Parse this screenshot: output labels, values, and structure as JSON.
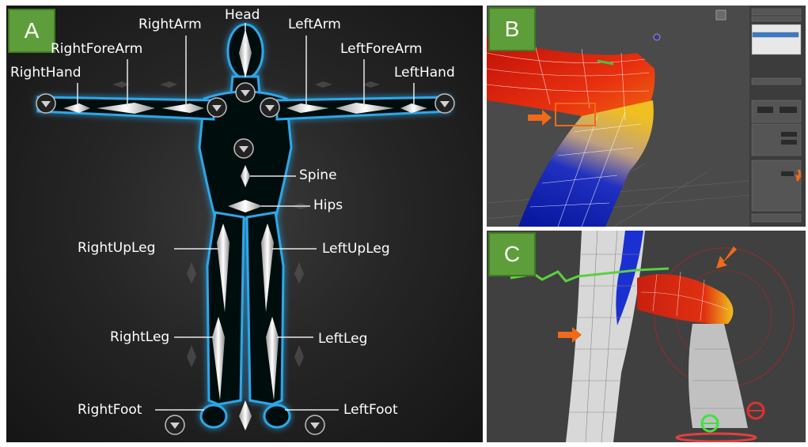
{
  "panels": {
    "a": {
      "tag": "A"
    },
    "b": {
      "tag": "B"
    },
    "c": {
      "tag": "C"
    }
  },
  "skeleton": {
    "head": "Head",
    "right_arm": "RightArm",
    "left_arm": "LeftArm",
    "right_fore_arm": "RightForeArm",
    "left_fore_arm": "LeftForeArm",
    "right_hand": "RightHand",
    "left_hand": "LeftHand",
    "spine": "Spine",
    "hips": "Hips",
    "right_up_leg": "RightUpLeg",
    "left_up_leg": "LeftUpLeg",
    "right_leg": "RightLeg",
    "left_leg": "LeftLeg",
    "right_foot": "RightFoot",
    "left_foot": "LeftFoot"
  },
  "colors": {
    "tag_green": "#5e9e3a",
    "body_glow": "#2ea7e8",
    "weight_red": "#e02010",
    "weight_yellow": "#f0c020",
    "weight_blue": "#1020c0",
    "arrow_orange": "#ef6a1a"
  },
  "icons": {
    "expand": "chevron-down-circle",
    "arrow": "orange-arrow"
  }
}
